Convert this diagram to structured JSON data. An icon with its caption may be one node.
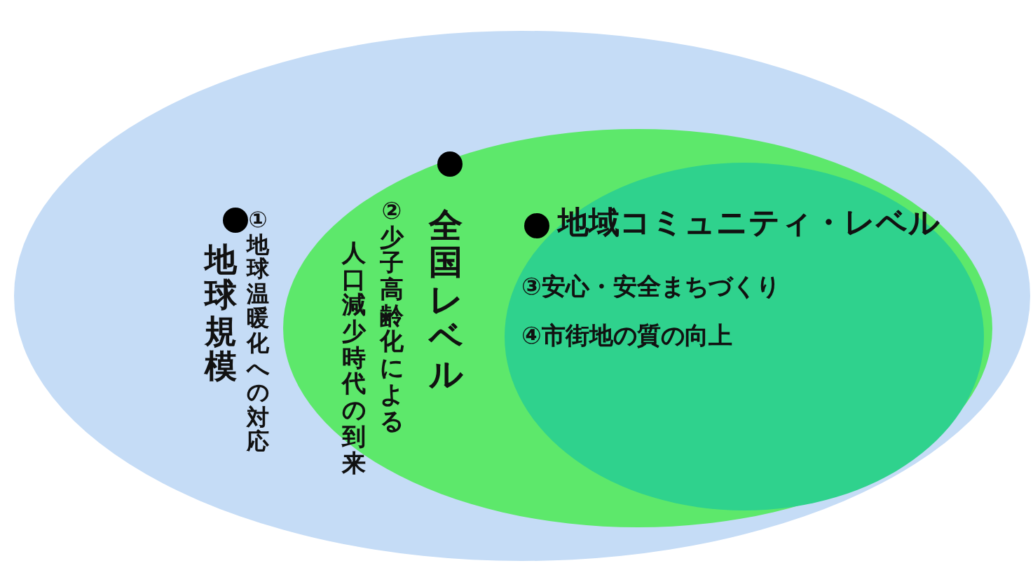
{
  "diagram": {
    "nodes": [
      {
        "text": [
          "地球規模",
          "①地球温暖化への対応"
        ]
      },
      {
        "text": [
          "②少子高齢化による人口減少時代の到来",
          "全国レベル"
        ],
        "in": 0
      },
      {
        "text": [
          "地域コミュニティ・レベル",
          "③安心・安全まちづくり",
          "④市街地の質の向上"
        ],
        "in": 1
      }
    ]
  }
}
